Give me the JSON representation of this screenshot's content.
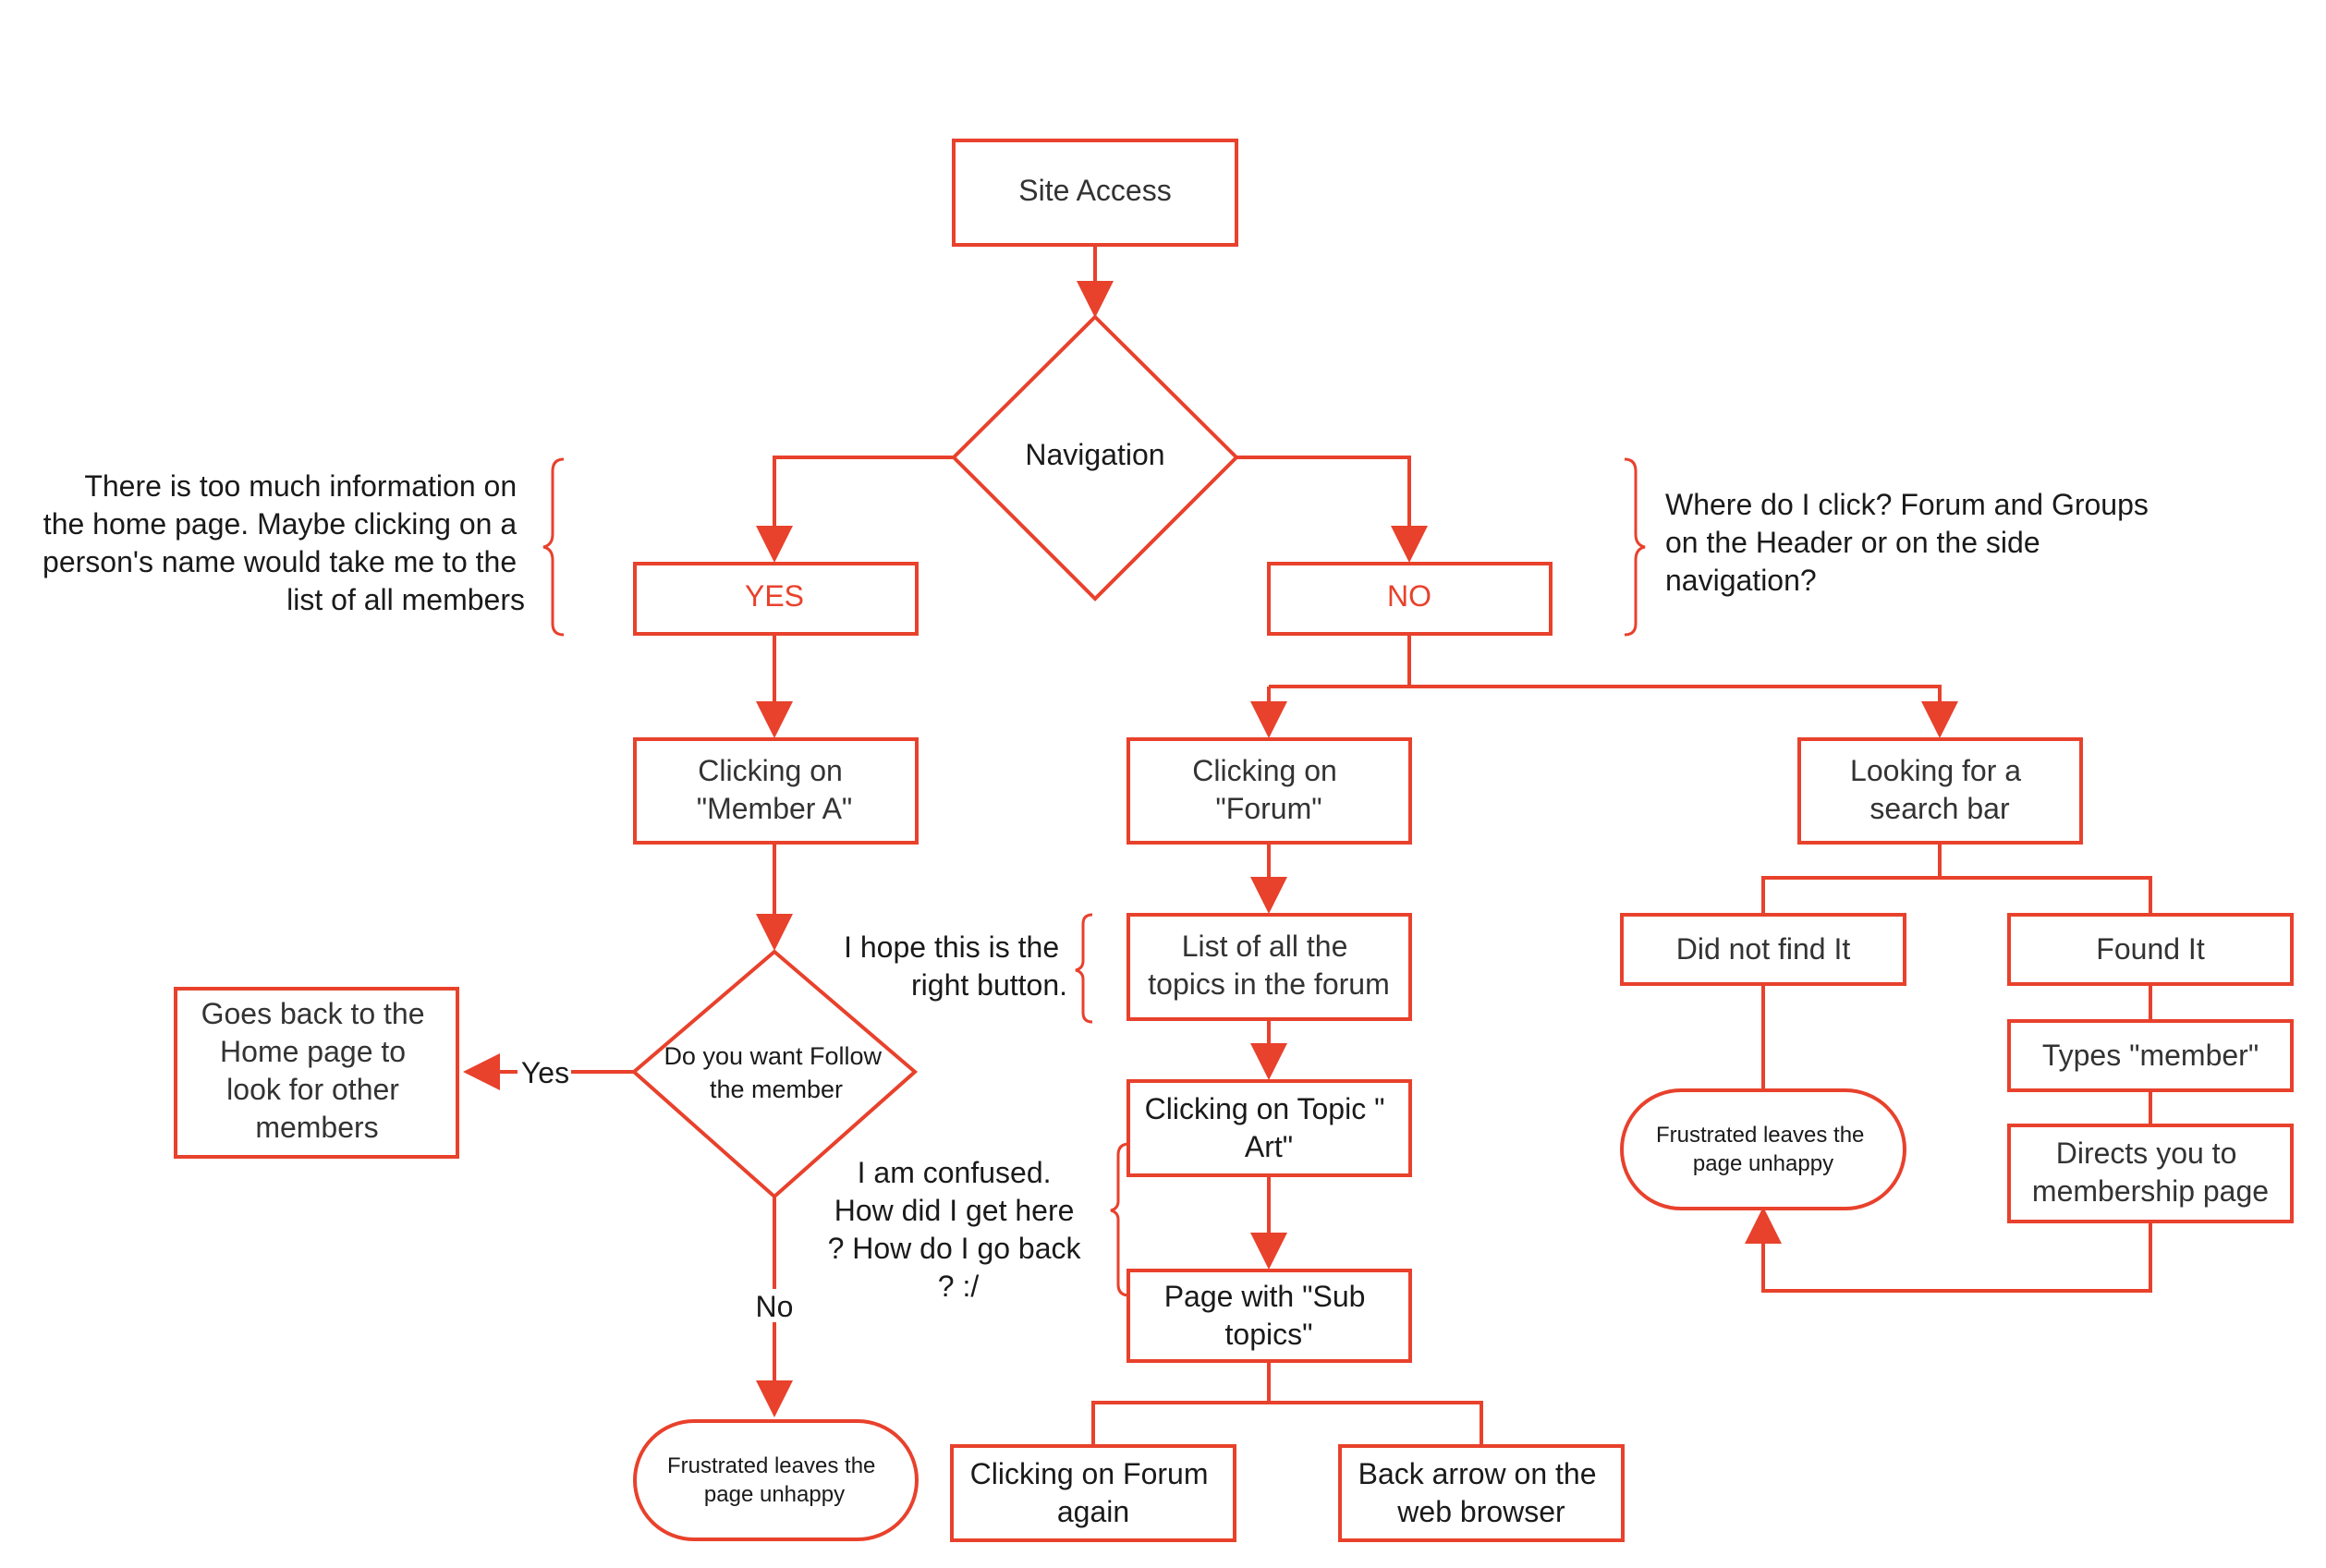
{
  "colors": {
    "stroke": "#e8412c",
    "text": "#333333",
    "accent_text": "#e8412c"
  },
  "nodes": {
    "site_access": "Site Access",
    "navigation": "Navigation",
    "yes": "YES",
    "no": "NO",
    "member_a": [
      "Clicking on",
      "\"Member A\""
    ],
    "forum": [
      "Clicking on",
      "\"Forum\""
    ],
    "search_bar": [
      "Looking for a",
      "search bar"
    ],
    "topics_list": [
      "List of all the",
      "topics in the forum"
    ],
    "did_not_find": "Did not find It",
    "found_it": "Found It",
    "types_member": "Types \"member\"",
    "directs": [
      "Directs you to",
      "membership page"
    ],
    "follow_decision": [
      "Do you want Follow",
      "the member"
    ],
    "goes_back": [
      "Goes back to the",
      "Home page to",
      "look for other",
      "members"
    ],
    "topic_art": [
      "Clicking on Topic \"",
      "Art\""
    ],
    "sub_topics": [
      "Page with \"Sub",
      "topics\""
    ],
    "frustrated_right": [
      "Frustrated leaves the",
      "page unhappy"
    ],
    "frustrated_bottom": [
      "Frustrated leaves the",
      "page unhappy"
    ],
    "forum_again": [
      "Clicking on Forum",
      "again"
    ],
    "back_arrow": [
      "Back arrow on the",
      "web browser"
    ]
  },
  "edge_labels": {
    "yes": "Yes",
    "no": "No"
  },
  "notes": {
    "too_much": [
      "There is too much information on",
      "the home page. Maybe clicking on a",
      "person's name would take me to the",
      "list of all members"
    ],
    "where_click": [
      "Where do I click? Forum and Groups",
      "on the Header or on the side",
      "navigation?"
    ],
    "hope": [
      "I hope this is the",
      "right button."
    ],
    "confused": [
      "I am confused.",
      "How did I get here",
      "? How do I go back",
      "? :/"
    ]
  }
}
